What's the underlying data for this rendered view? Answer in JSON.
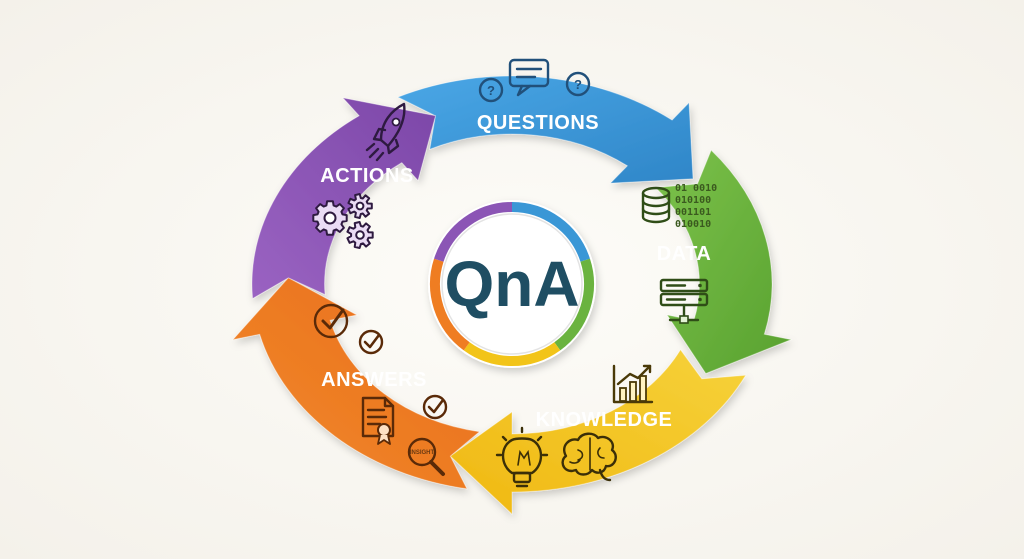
{
  "center": {
    "label": "QnA"
  },
  "segments": [
    {
      "id": "questions",
      "label": "QUESTIONS",
      "color": "#3a97d6",
      "icons": [
        "question-bubble-icon",
        "chat-bubble-icon",
        "question-bubble-icon"
      ]
    },
    {
      "id": "data",
      "label": "DATA",
      "color": "#6ab33f",
      "icons": [
        "database-icon",
        "binary-code-icon",
        "server-rack-icon"
      ],
      "binary_lines": [
        "01 0010",
        "010100",
        "001101",
        "010010"
      ]
    },
    {
      "id": "knowledge",
      "label": "KNOWLEDGE",
      "color": "#f2c419",
      "icons": [
        "bar-chart-growth-icon",
        "lightbulb-icon",
        "brain-icon"
      ]
    },
    {
      "id": "answers",
      "label": "ANSWERS",
      "color": "#ef7d22",
      "icons": [
        "check-circle-icon",
        "check-circle-icon",
        "document-certificate-icon",
        "check-circle-icon",
        "magnifier-insight-icon"
      ],
      "insight_text": "INSIGHT"
    },
    {
      "id": "actions",
      "label": "ACTIONS",
      "color": "#8b55b5",
      "icons": [
        "rocket-icon",
        "gears-icon"
      ]
    }
  ]
}
